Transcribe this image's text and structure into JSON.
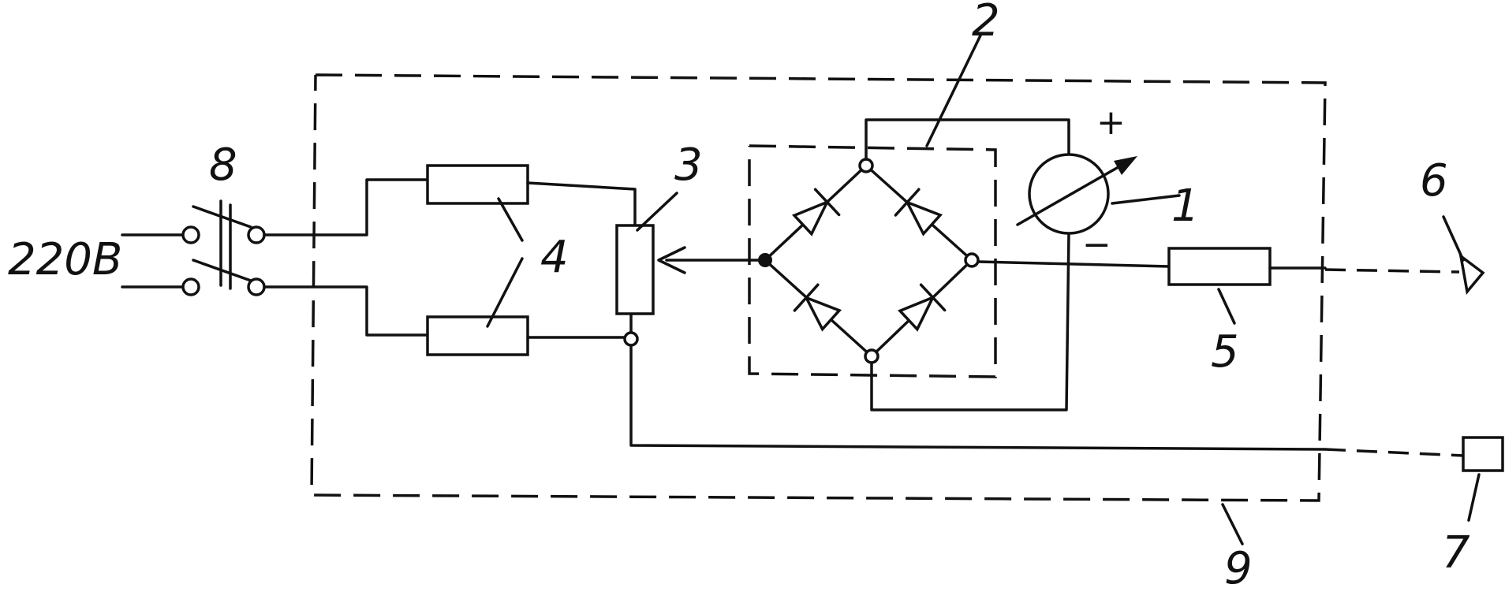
{
  "colors": {
    "ink": "#111111",
    "paper": "#ffffff"
  },
  "labels": {
    "supply_voltage": "220В",
    "meter": "1",
    "rectifier_bridge": "2",
    "potentiometer": "3",
    "resistors": "4",
    "series_resistor": "5",
    "probe": "6",
    "ground_clamp": "7",
    "switch": "8",
    "housing": "9"
  },
  "meter": {
    "plus_sign": "+",
    "minus_sign": "−"
  }
}
